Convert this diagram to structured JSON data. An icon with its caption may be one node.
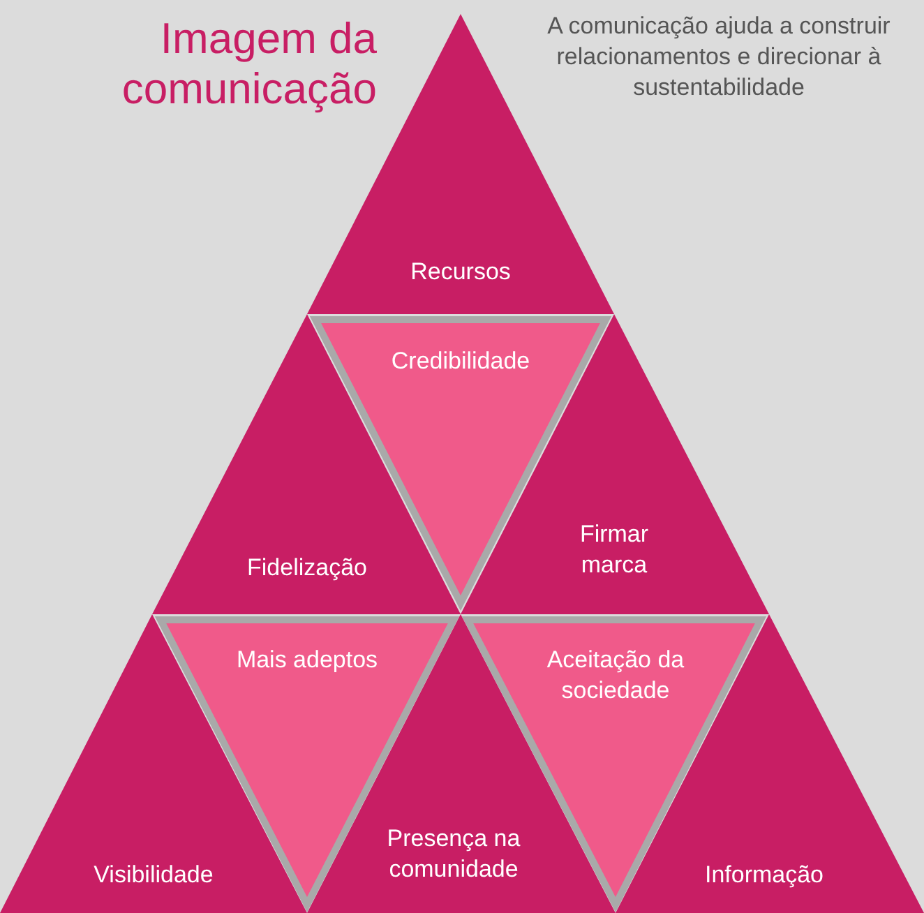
{
  "diagram": {
    "title": "Imagem da comunicação",
    "nodes": [
      {
        "text": [
          "Recursos"
        ]
      },
      {
        "text": [
          "Credibilidade"
        ]
      },
      {
        "text": [
          "Fidelização"
        ]
      },
      {
        "text": [
          "Firmar marca"
        ]
      },
      {
        "text": [
          "Mais adeptos"
        ]
      },
      {
        "text": [
          "Aceitação da sociedade"
        ]
      },
      {
        "text": [
          "Visibilidade"
        ]
      },
      {
        "text": [
          "Presença na comunidade"
        ]
      },
      {
        "text": [
          "Informação"
        ]
      }
    ],
    "labels": [
      "A comunicação ajuda a construir relacionamentos e direcionar à sustentabilidade"
    ]
  }
}
